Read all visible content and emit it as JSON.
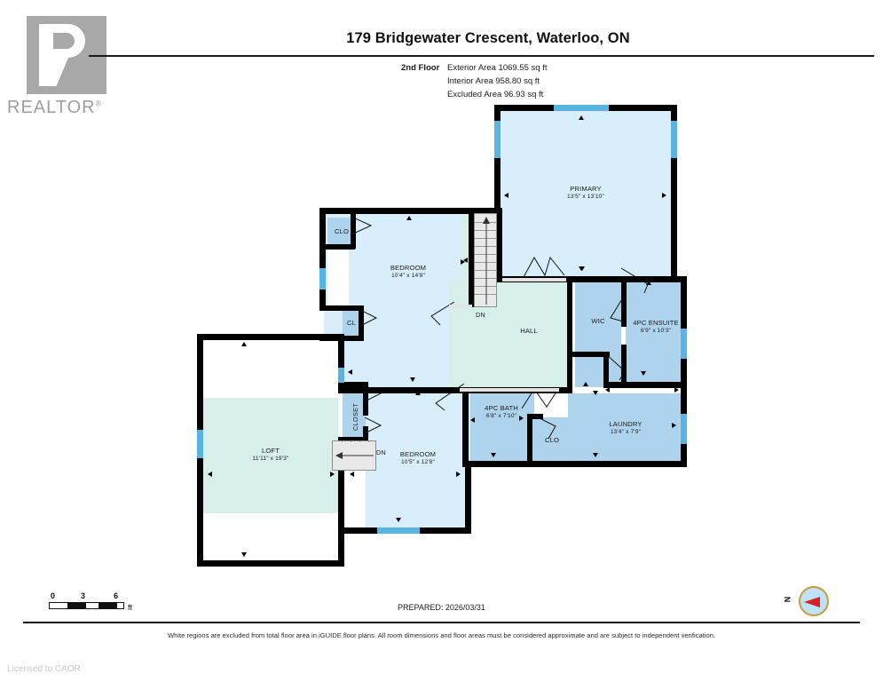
{
  "header": {
    "title": "179 Bridgewater Crescent, Waterloo, ON",
    "floor_label": "2nd Floor",
    "area_exterior": "Exterior Area 1069.55 sq ft",
    "area_interior": "Interior Area 958.80 sq ft",
    "area_excluded": "Excluded Area 96.93 sq ft",
    "logo_word": "REALTOR",
    "logo_sup": "®"
  },
  "rooms": [
    {
      "name": "PRIMARY",
      "dims": "13'5\" x 13'10\""
    },
    {
      "name": "BEDROOM",
      "dims": "10'4\" x 14'8\""
    },
    {
      "name": "BEDROOM",
      "dims": "10'5\" x 12'8\""
    },
    {
      "name": "LOFT",
      "dims": "11'11\" x 19'3\""
    },
    {
      "name": "4PC ENSUITE",
      "dims": "6'9\" x 10'3\""
    },
    {
      "name": "4PC BATH",
      "dims": "6'8\" x 7'10\""
    },
    {
      "name": "LAUNDRY",
      "dims": "13'4\" x 7'9\""
    },
    {
      "name": "HALL",
      "dims": ""
    },
    {
      "name": "WIC",
      "dims": ""
    },
    {
      "name": "CLO",
      "dims": ""
    },
    {
      "name": "CL",
      "dims": ""
    },
    {
      "name": "CLOSET",
      "dims": ""
    },
    {
      "name": "CLO",
      "dims": ""
    }
  ],
  "stairs": {
    "label_upper": "DN",
    "label_lower": "DN"
  },
  "footer": {
    "scale_0": "0",
    "scale_3": "3",
    "scale_6": "6",
    "scale_unit": "ft",
    "prepared": "PREPARED: 2026/03/31",
    "disclaimer": "White regions are excluded from total floor area in iGUIDE floor plans. All room dimensions and floor areas must be considered approximate and are subject to independent verification.",
    "licensed": "Licensed to CAOR",
    "compass_label": "N"
  },
  "colors": {
    "wall": "#000000",
    "window": "#59b4e4",
    "room_light": "#d8eefa",
    "room_mid": "#aed3ec",
    "excluded": "#d6efe8",
    "logo_gray": "#a8a8a8",
    "compass_ring": "#c99a3e",
    "compass_needle": "#d42027"
  }
}
